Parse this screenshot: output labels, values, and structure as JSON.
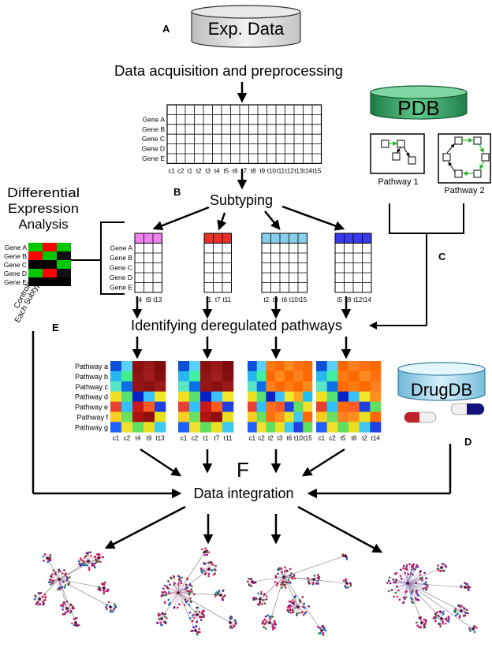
{
  "section_letters": {
    "a": "A",
    "b": "B",
    "c": "C",
    "d": "D",
    "e": "E",
    "f": "F"
  },
  "databases": {
    "exp_data": "Exp. Data",
    "pdb": "PDB",
    "drugdb": "DrugDB"
  },
  "steps": {
    "acquisition": "Data acquisition and preprocessing",
    "subtyping": "Subtyping",
    "deregulated": "Identifying deregulated pathways",
    "integration": "Data integration"
  },
  "genes": [
    "Gene A",
    "Gene B",
    "Gene C",
    "Gene D",
    "Gene E"
  ],
  "samples": [
    "c1",
    "c2",
    "t1",
    "t2",
    "t3",
    "t4",
    "t5",
    "t6",
    "t7",
    "t8",
    "t9",
    "t10",
    "t11",
    "t12",
    "t13",
    "t14",
    "t15"
  ],
  "pathway_examples": {
    "p1": "Pathway 1",
    "p2": "Pathway 2"
  },
  "differential": {
    "line1": "Differential",
    "line2": "Expression",
    "line3": "Analysis",
    "controls": "Controls",
    "each_subtype": "Each Subtype"
  },
  "subtypes": [
    {
      "color": "#ee82ee",
      "samples": [
        "t4",
        "t9",
        "t13"
      ]
    },
    {
      "color": "#e8302a",
      "samples": [
        "t1",
        "t7",
        "t11"
      ]
    },
    {
      "color": "#87ceeb",
      "samples": [
        "t2",
        "t3",
        "t6",
        "t10",
        "t15"
      ]
    },
    {
      "color": "#3a3ae8",
      "samples": [
        "t5",
        "t8",
        "t12",
        "t14"
      ]
    }
  ],
  "pathways": [
    "Pathway a",
    "Pathway b",
    "Pathway c",
    "Pathway d",
    "Pathway e",
    "Pathway f",
    "Pathway g"
  ],
  "heatmaps": [
    {
      "cols": [
        "c1",
        "c2",
        "t4",
        "t9",
        "t13"
      ]
    },
    {
      "cols": [
        "c1",
        "c2",
        "t1",
        "t7",
        "t11"
      ]
    },
    {
      "cols": [
        "c1",
        "c2",
        "t2",
        "t3",
        "t6",
        "t10",
        "t15"
      ]
    },
    {
      "cols": [
        "c1",
        "c2",
        "t5",
        "t8",
        "t2",
        "t14"
      ]
    }
  ]
}
